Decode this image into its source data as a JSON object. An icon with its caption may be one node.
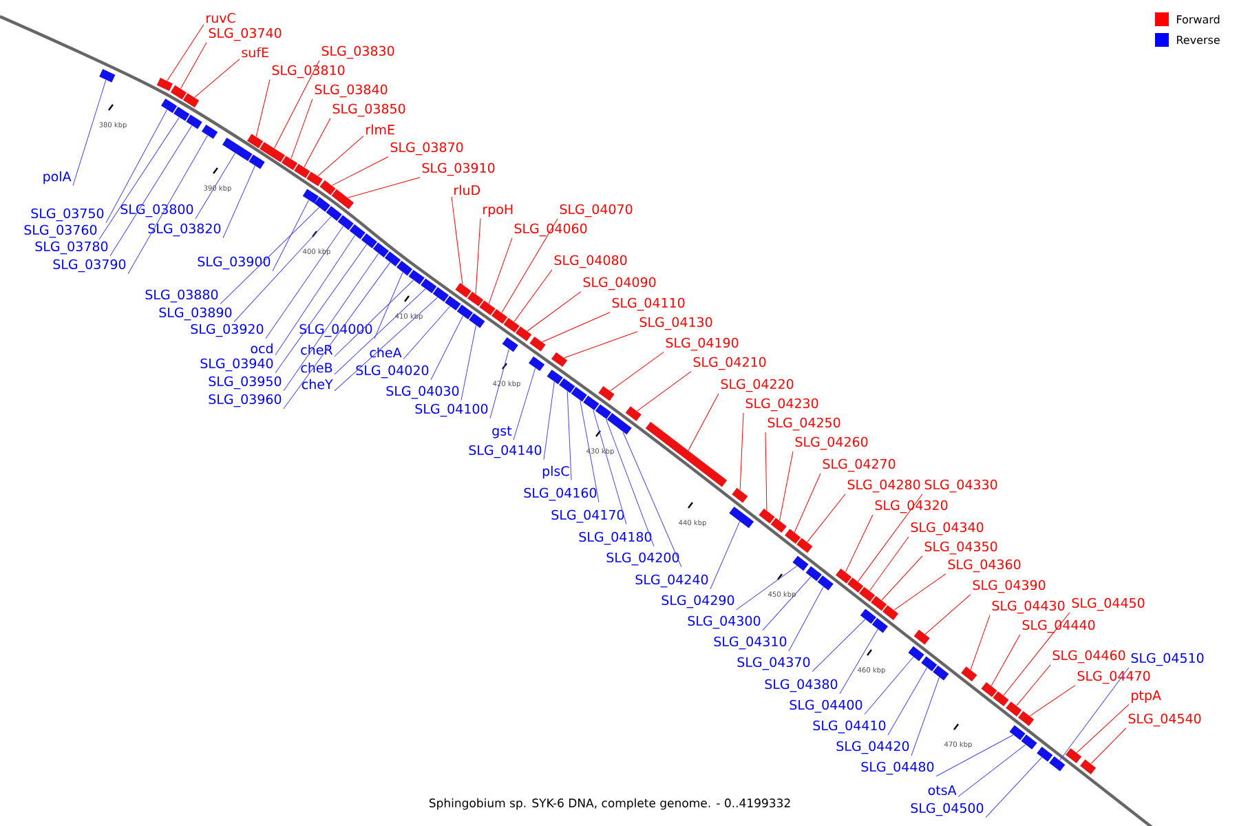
{
  "diagram": {
    "caption": "Sphingobium sp. SYK-6 DNA, complete genome. - 0..4199332",
    "nodes": [
      {
        "text": [
          "ruvC"
        ]
      },
      {
        "text": [
          "SLG_03740"
        ]
      },
      {
        "text": [
          "sufE"
        ]
      },
      {
        "text": [
          "SLG_03830"
        ]
      },
      {
        "text": [
          "SLG_03810"
        ]
      },
      {
        "text": [
          "SLG_03840"
        ]
      },
      {
        "text": [
          "SLG_03850"
        ]
      },
      {
        "text": [
          "rlmE"
        ]
      },
      {
        "text": [
          "SLG_03870"
        ]
      },
      {
        "text": [
          "SLG_03910"
        ]
      },
      {
        "text": [
          "rluD"
        ]
      },
      {
        "text": [
          "rpoH"
        ]
      },
      {
        "text": [
          "SLG_04060"
        ]
      },
      {
        "text": [
          "SLG_04070"
        ]
      },
      {
        "text": [
          "SLG_04080"
        ]
      },
      {
        "text": [
          "SLG_04090"
        ]
      },
      {
        "text": [
          "SLG_04110"
        ]
      },
      {
        "text": [
          "SLG_04130"
        ]
      },
      {
        "text": [
          "SLG_04190"
        ]
      },
      {
        "text": [
          "SLG_04210"
        ]
      },
      {
        "text": [
          "SLG_04220"
        ]
      },
      {
        "text": [
          "SLG_04230"
        ]
      },
      {
        "text": [
          "SLG_04250"
        ]
      },
      {
        "text": [
          "SLG_04260"
        ]
      },
      {
        "text": [
          "SLG_04270"
        ]
      },
      {
        "text": [
          "SLG_04280"
        ]
      },
      {
        "text": [
          "SLG_04330"
        ]
      },
      {
        "text": [
          "SLG_04320"
        ]
      },
      {
        "text": [
          "SLG_04340"
        ]
      },
      {
        "text": [
          "SLG_04350"
        ]
      },
      {
        "text": [
          "SLG_04360"
        ]
      },
      {
        "text": [
          "SLG_04390"
        ]
      },
      {
        "text": [
          "SLG_04430"
        ]
      },
      {
        "text": [
          "SLG_04450"
        ]
      },
      {
        "text": [
          "SLG_04440"
        ]
      },
      {
        "text": [
          "SLG_04460"
        ]
      },
      {
        "text": [
          "SLG_04470"
        ]
      },
      {
        "text": [
          "ptpA"
        ]
      },
      {
        "text": [
          "SLG_04540"
        ]
      },
      {
        "text": [
          "polA"
        ]
      },
      {
        "text": [
          "SLG_03750"
        ]
      },
      {
        "text": [
          "SLG_03760"
        ]
      },
      {
        "text": [
          "SLG_03780"
        ]
      },
      {
        "text": [
          "SLG_03790"
        ]
      },
      {
        "text": [
          "SLG_03800"
        ]
      },
      {
        "text": [
          "SLG_03820"
        ]
      },
      {
        "text": [
          "SLG_03900"
        ]
      },
      {
        "text": [
          "SLG_03880"
        ]
      },
      {
        "text": [
          "SLG_03890"
        ]
      },
      {
        "text": [
          "SLG_03920"
        ]
      },
      {
        "text": [
          "ocd"
        ]
      },
      {
        "text": [
          "SLG_03940"
        ]
      },
      {
        "text": [
          "SLG_03950"
        ]
      },
      {
        "text": [
          "SLG_03960"
        ]
      },
      {
        "text": [
          "SLG_04000"
        ]
      },
      {
        "text": [
          "cheR"
        ]
      },
      {
        "text": [
          "cheB"
        ]
      },
      {
        "text": [
          "cheY"
        ]
      },
      {
        "text": [
          "cheA"
        ]
      },
      {
        "text": [
          "SLG_04020"
        ]
      },
      {
        "text": [
          "SLG_04030"
        ]
      },
      {
        "text": [
          "SLG_04100"
        ]
      },
      {
        "text": [
          "gst"
        ]
      },
      {
        "text": [
          "SLG_04140"
        ]
      },
      {
        "text": [
          "plsC"
        ]
      },
      {
        "text": [
          "SLG_04160"
        ]
      },
      {
        "text": [
          "SLG_04170"
        ]
      },
      {
        "text": [
          "SLG_04180"
        ]
      },
      {
        "text": [
          "SLG_04200"
        ]
      },
      {
        "text": [
          "SLG_04240"
        ]
      },
      {
        "text": [
          "SLG_04290"
        ]
      },
      {
        "text": [
          "SLG_04300"
        ]
      },
      {
        "text": [
          "SLG_04310"
        ]
      },
      {
        "text": [
          "SLG_04370"
        ]
      },
      {
        "text": [
          "SLG_04380"
        ]
      },
      {
        "text": [
          "SLG_04400"
        ]
      },
      {
        "text": [
          "SLG_04410"
        ]
      },
      {
        "text": [
          "SLG_04420"
        ]
      },
      {
        "text": [
          "SLG_04480"
        ]
      },
      {
        "text": [
          "otsA"
        ]
      },
      {
        "text": [
          "SLG_04500"
        ]
      },
      {
        "text": [
          "SLG_04510"
        ]
      },
      {
        "text": [],
        "shape": "box"
      },
      {
        "text": [],
        "shape": "box"
      },
      {
        "text": [],
        "shape": "box"
      },
      {
        "text": [],
        "shape": "box"
      },
      {
        "text": [],
        "shape": "box"
      },
      {
        "text": [],
        "shape": "box"
      },
      {
        "text": [],
        "shape": "box"
      },
      {
        "text": [],
        "shape": "box"
      },
      {
        "text": [],
        "shape": "box"
      },
      {
        "text": [],
        "shape": "box"
      },
      {
        "text": [],
        "shape": "box"
      },
      {
        "text": [],
        "shape": "box"
      },
      {
        "text": [],
        "shape": "box"
      },
      {
        "text": [],
        "shape": "box"
      },
      {
        "text": [],
        "shape": "box"
      },
      {
        "text": [],
        "shape": "box"
      },
      {
        "text": [],
        "shape": "box"
      },
      {
        "text": [],
        "shape": "box"
      },
      {
        "text": [],
        "shape": "box"
      },
      {
        "text": [],
        "shape": "box"
      },
      {
        "text": [],
        "shape": "box"
      },
      {
        "text": [],
        "shape": "box"
      },
      {
        "text": [],
        "shape": "box"
      },
      {
        "text": [],
        "shape": "box"
      },
      {
        "text": [],
        "shape": "box"
      },
      {
        "text": [],
        "shape": "box"
      },
      {
        "text": [],
        "shape": "box"
      },
      {
        "text": [],
        "shape": "box"
      },
      {
        "text": [],
        "shape": "box"
      },
      {
        "text": [],
        "shape": "box"
      },
      {
        "text": [],
        "shape": "box"
      },
      {
        "text": [],
        "shape": "box"
      },
      {
        "text": [],
        "shape": "box"
      },
      {
        "text": [],
        "shape": "box"
      },
      {
        "text": [],
        "shape": "box"
      },
      {
        "text": [],
        "shape": "box"
      },
      {
        "text": [],
        "shape": "box"
      },
      {
        "text": [],
        "shape": "box"
      },
      {
        "text": [],
        "shape": "box"
      },
      {
        "text": [],
        "shape": "box"
      },
      {
        "text": [],
        "shape": "box"
      },
      {
        "text": [],
        "shape": "box"
      },
      {
        "text": [],
        "shape": "box"
      },
      {
        "text": [],
        "shape": "box"
      },
      {
        "text": [],
        "shape": "box"
      },
      {
        "text": [],
        "shape": "box"
      },
      {
        "text": [],
        "shape": "box"
      },
      {
        "text": [],
        "shape": "box"
      },
      {
        "text": [],
        "shape": "box"
      },
      {
        "text": [],
        "shape": "box"
      },
      {
        "text": [],
        "shape": "box"
      },
      {
        "text": [],
        "shape": "box"
      },
      {
        "text": [],
        "shape": "box"
      },
      {
        "text": [],
        "shape": "box"
      },
      {
        "text": [],
        "shape": "box"
      },
      {
        "text": [],
        "shape": "box"
      },
      {
        "text": [],
        "shape": "box"
      },
      {
        "text": [],
        "shape": "box"
      },
      {
        "text": [],
        "shape": "box"
      },
      {
        "text": [],
        "shape": "box"
      },
      {
        "text": [],
        "shape": "box"
      },
      {
        "text": [],
        "shape": "box"
      },
      {
        "text": [],
        "shape": "box"
      },
      {
        "text": [],
        "shape": "box"
      },
      {
        "text": [],
        "shape": "box"
      },
      {
        "text": [],
        "shape": "box"
      },
      {
        "text": [],
        "shape": "box"
      },
      {
        "text": [],
        "shape": "box"
      },
      {
        "text": [],
        "shape": "box"
      },
      {
        "text": [],
        "shape": "box"
      },
      {
        "text": [],
        "shape": "box"
      },
      {
        "text": [],
        "shape": "box"
      },
      {
        "text": [],
        "shape": "box"
      },
      {
        "text": [],
        "shape": "box"
      },
      {
        "text": [],
        "shape": "box"
      },
      {
        "text": [],
        "shape": "box"
      },
      {
        "text": [],
        "shape": "box"
      },
      {
        "text": [],
        "shape": "box"
      },
      {
        "text": [],
        "shape": "box"
      },
      {
        "text": [],
        "shape": "box"
      },
      {
        "text": [],
        "shape": "box"
      },
      {
        "text": [],
        "shape": "box"
      }
    ],
    "edges": [
      {
        "from": 0,
        "to": 82,
        "arrow": "none",
        "color": "#ff0000"
      },
      {
        "from": 1,
        "to": 83,
        "arrow": "none",
        "color": "#ff0000"
      },
      {
        "from": 2,
        "to": 84,
        "arrow": "none",
        "color": "#ff0000"
      },
      {
        "from": 3,
        "to": 85,
        "arrow": "none",
        "color": "#ff0000"
      },
      {
        "from": 4,
        "to": 86,
        "arrow": "none",
        "color": "#ff0000"
      },
      {
        "from": 5,
        "to": 87,
        "arrow": "none",
        "color": "#ff0000"
      },
      {
        "from": 6,
        "to": 88,
        "arrow": "none",
        "color": "#ff0000"
      },
      {
        "from": 7,
        "to": 89,
        "arrow": "none",
        "color": "#ff0000"
      },
      {
        "from": 8,
        "to": 90,
        "arrow": "none",
        "color": "#ff0000"
      },
      {
        "from": 9,
        "to": 91,
        "arrow": "none",
        "color": "#ff0000"
      },
      {
        "from": 10,
        "to": 92,
        "arrow": "none",
        "color": "#ff0000"
      },
      {
        "from": 11,
        "to": 93,
        "arrow": "none",
        "color": "#ff0000"
      },
      {
        "from": 12,
        "to": 94,
        "arrow": "none",
        "color": "#ff0000"
      },
      {
        "from": 13,
        "to": 95,
        "arrow": "none",
        "color": "#ff0000"
      },
      {
        "from": 14,
        "to": 96,
        "arrow": "none",
        "color": "#ff0000"
      },
      {
        "from": 15,
        "to": 97,
        "arrow": "none",
        "color": "#ff0000"
      },
      {
        "from": 16,
        "to": 98,
        "arrow": "none",
        "color": "#ff0000"
      },
      {
        "from": 17,
        "to": 99,
        "arrow": "none",
        "color": "#ff0000"
      },
      {
        "from": 18,
        "to": 100,
        "arrow": "none",
        "color": "#ff0000"
      },
      {
        "from": 19,
        "to": 101,
        "arrow": "none",
        "color": "#ff0000"
      },
      {
        "from": 20,
        "to": 102,
        "arrow": "none",
        "color": "#ff0000"
      },
      {
        "from": 21,
        "to": 103,
        "arrow": "none",
        "color": "#ff0000"
      },
      {
        "from": 22,
        "to": 104,
        "arrow": "none",
        "color": "#ff0000"
      },
      {
        "from": 23,
        "to": 105,
        "arrow": "none",
        "color": "#ff0000"
      },
      {
        "from": 24,
        "to": 106,
        "arrow": "none",
        "color": "#ff0000"
      },
      {
        "from": 25,
        "to": 107,
        "arrow": "none",
        "color": "#ff0000"
      },
      {
        "from": 26,
        "to": 108,
        "arrow": "none",
        "color": "#ff0000"
      },
      {
        "from": 27,
        "to": 109,
        "arrow": "none",
        "color": "#ff0000"
      },
      {
        "from": 28,
        "to": 110,
        "arrow": "none",
        "color": "#ff0000"
      },
      {
        "from": 29,
        "to": 111,
        "arrow": "none",
        "color": "#ff0000"
      },
      {
        "from": 30,
        "to": 112,
        "arrow": "none",
        "color": "#ff0000"
      },
      {
        "from": 31,
        "to": 113,
        "arrow": "none",
        "color": "#ff0000"
      },
      {
        "from": 32,
        "to": 114,
        "arrow": "none",
        "color": "#ff0000"
      },
      {
        "from": 33,
        "to": 115,
        "arrow": "none",
        "color": "#ff0000"
      },
      {
        "from": 34,
        "to": 116,
        "arrow": "none",
        "color": "#ff0000"
      },
      {
        "from": 35,
        "to": 117,
        "arrow": "none",
        "color": "#ff0000"
      },
      {
        "from": 36,
        "to": 118,
        "arrow": "none",
        "color": "#ff0000"
      },
      {
        "from": 37,
        "to": 119,
        "arrow": "none",
        "color": "#ff0000"
      },
      {
        "from": 38,
        "to": 120,
        "arrow": "none",
        "color": "#ff0000"
      },
      {
        "from": 39,
        "to": 121,
        "arrow": "none"
      },
      {
        "from": 40,
        "to": 122,
        "arrow": "none"
      },
      {
        "from": 41,
        "to": 123,
        "arrow": "none"
      },
      {
        "from": 42,
        "to": 124,
        "arrow": "none"
      },
      {
        "from": 43,
        "to": 125,
        "arrow": "none"
      },
      {
        "from": 44,
        "to": 126,
        "arrow": "none"
      },
      {
        "from": 45,
        "to": 127,
        "arrow": "none"
      },
      {
        "from": 46,
        "to": 128,
        "arrow": "none"
      },
      {
        "from": 47,
        "to": 129,
        "arrow": "none"
      },
      {
        "from": 48,
        "to": 130,
        "arrow": "none"
      },
      {
        "from": 49,
        "to": 131,
        "arrow": "none"
      },
      {
        "from": 50,
        "to": 132,
        "arrow": "none"
      },
      {
        "from": 51,
        "to": 133,
        "arrow": "none"
      },
      {
        "from": 52,
        "to": 134,
        "arrow": "none"
      },
      {
        "from": 53,
        "to": 135,
        "arrow": "none"
      },
      {
        "from": 54,
        "to": 136,
        "arrow": "none"
      },
      {
        "from": 55,
        "to": 137,
        "arrow": "none"
      },
      {
        "from": 56,
        "to": 138,
        "arrow": "none"
      },
      {
        "from": 57,
        "to": 139,
        "arrow": "none"
      },
      {
        "from": 58,
        "to": 140,
        "arrow": "none"
      },
      {
        "from": 59,
        "to": 141,
        "arrow": "none"
      },
      {
        "from": 60,
        "to": 142,
        "arrow": "none"
      },
      {
        "from": 61,
        "to": 143,
        "arrow": "none"
      },
      {
        "from": 62,
        "to": 144,
        "arrow": "none"
      },
      {
        "from": 63,
        "to": 145,
        "arrow": "none"
      },
      {
        "from": 64,
        "to": 146,
        "arrow": "none"
      },
      {
        "from": 65,
        "to": 147,
        "arrow": "none"
      },
      {
        "from": 66,
        "to": 148,
        "arrow": "none"
      },
      {
        "from": 67,
        "to": 149,
        "arrow": "none"
      },
      {
        "from": 68,
        "to": 150,
        "arrow": "none"
      },
      {
        "from": 69,
        "to": 151,
        "arrow": "none"
      },
      {
        "from": 70,
        "to": 152,
        "arrow": "none"
      },
      {
        "from": 71,
        "to": 153,
        "arrow": "none"
      },
      {
        "from": 72,
        "to": 154,
        "arrow": "none"
      },
      {
        "from": 73,
        "to": 155,
        "arrow": "none"
      },
      {
        "from": 74,
        "to": 156,
        "arrow": "none"
      },
      {
        "from": 75,
        "to": 157,
        "arrow": "none"
      },
      {
        "from": 76,
        "to": 158,
        "arrow": "none"
      },
      {
        "from": 77,
        "to": 159,
        "arrow": "none"
      },
      {
        "from": 78,
        "to": 160,
        "arrow": "none"
      },
      {
        "from": 79,
        "to": 161,
        "arrow": "none"
      },
      {
        "from": 80,
        "to": 162,
        "arrow": "none"
      },
      {
        "from": 81,
        "to": 163,
        "arrow": "none"
      }
    ],
    "labels": [
      "380 kbp",
      "390 kbp",
      "400 kbp",
      "410 kbp",
      "420 kbp",
      "430 kbp",
      "440 kbp",
      "450 kbp",
      "460 kbp",
      "470 kbp"
    ],
    "legend": [
      {
        "text": "Forward",
        "color": "#ff0000"
      },
      {
        "text": "Reverse",
        "color": "#0000ff"
      }
    ]
  }
}
